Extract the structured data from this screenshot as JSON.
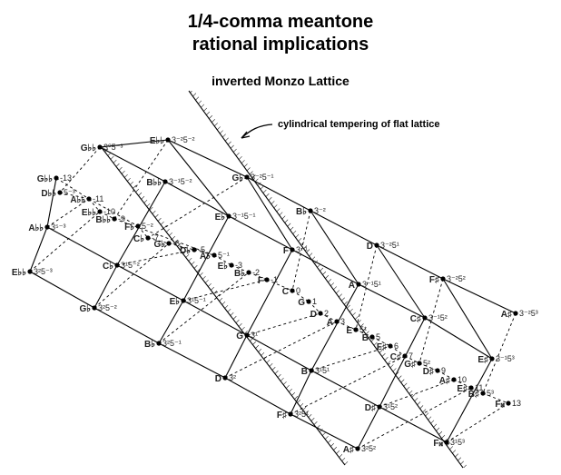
{
  "header": {
    "title_line1": "1/4-comma meantone",
    "title_line2": "rational implications",
    "subtitle": "inverted Monzo  Lattice"
  },
  "annotation": "cylindrical tempering of flat lattice",
  "colors": {
    "ink": "#000000",
    "pencil": "#222222"
  },
  "nodes": [
    {
      "note": "G♭♭",
      "exp": "3⁰5⁻³"
    },
    {
      "note": "E♭♭",
      "exp": "3⁻²5⁻²"
    },
    {
      "note": "G♭",
      "exp": "3⁻²5⁻¹"
    },
    {
      "note": "B♭",
      "exp": "3⁻²"
    },
    {
      "note": "D",
      "exp": "3⁻²5¹"
    },
    {
      "note": "F♯",
      "exp": "3⁻²5²"
    },
    {
      "note": "A♯",
      "exp": "3⁻²5³"
    },
    {
      "note": "G♭♭",
      "exp": "-13"
    },
    {
      "note": "D♭♭",
      "exp": "5⁻³"
    },
    {
      "note": "A♭♭",
      "exp": "-11"
    },
    {
      "note": "E♭♭",
      "exp": "-10"
    },
    {
      "note": "B♭♭",
      "exp": "-9"
    },
    {
      "note": "B♭♭",
      "exp": "3⁻¹5⁻²"
    },
    {
      "note": "E♭",
      "exp": "3⁻¹5⁻¹"
    },
    {
      "note": "F",
      "exp": "3⁻¹"
    },
    {
      "note": "A",
      "exp": "3⁻¹5¹"
    },
    {
      "note": "C♯",
      "exp": "3⁻¹5²"
    },
    {
      "note": "E♯",
      "exp": "3⁻¹5³"
    },
    {
      "note": "F♭",
      "exp": "5⁻²"
    },
    {
      "note": "C♭",
      "exp": "-7"
    },
    {
      "note": "G♭",
      "exp": "-6"
    },
    {
      "note": "D♭",
      "exp": "-5"
    },
    {
      "note": "A♭",
      "exp": "5⁻¹"
    },
    {
      "note": "E♭",
      "exp": "-3"
    },
    {
      "note": "B♭",
      "exp": "-2"
    },
    {
      "note": "F",
      "exp": "-1"
    },
    {
      "note": "C",
      "exp": "0"
    },
    {
      "note": "G",
      "exp": "1"
    },
    {
      "note": "D",
      "exp": "2"
    },
    {
      "note": "A",
      "exp": "3"
    },
    {
      "note": "E",
      "exp": "5¹"
    },
    {
      "note": "B",
      "exp": "5"
    },
    {
      "note": "F♯",
      "exp": "6"
    },
    {
      "note": "C♯",
      "exp": "7"
    },
    {
      "note": "G♯",
      "exp": "5²"
    },
    {
      "note": "D♯",
      "exp": "9"
    },
    {
      "note": "A♯",
      "exp": "10"
    },
    {
      "note": "E♯",
      "exp": "11"
    },
    {
      "note": "B♯",
      "exp": "5³"
    },
    {
      "note": "F𝄪",
      "exp": "13"
    },
    {
      "note": "A♭♭",
      "exp": "3⁵⁻³"
    },
    {
      "note": "C♭",
      "exp": "3¹5⁻²"
    },
    {
      "note": "E♭",
      "exp": "3¹5⁻¹"
    },
    {
      "note": "G",
      "exp": "3¹"
    },
    {
      "note": "B",
      "exp": "3¹5¹"
    },
    {
      "note": "D♯",
      "exp": "3¹5²"
    },
    {
      "note": "F𝄪",
      "exp": "3¹5³"
    },
    {
      "note": "E♭♭",
      "exp": "3²5⁻³"
    },
    {
      "note": "G♭",
      "exp": "3²5⁻²"
    },
    {
      "note": "B♭",
      "exp": "3²5⁻¹"
    },
    {
      "note": "D",
      "exp": "3²"
    },
    {
      "note": "F♯",
      "exp": "3²5¹"
    },
    {
      "note": "A♯",
      "exp": "3²5²"
    }
  ]
}
